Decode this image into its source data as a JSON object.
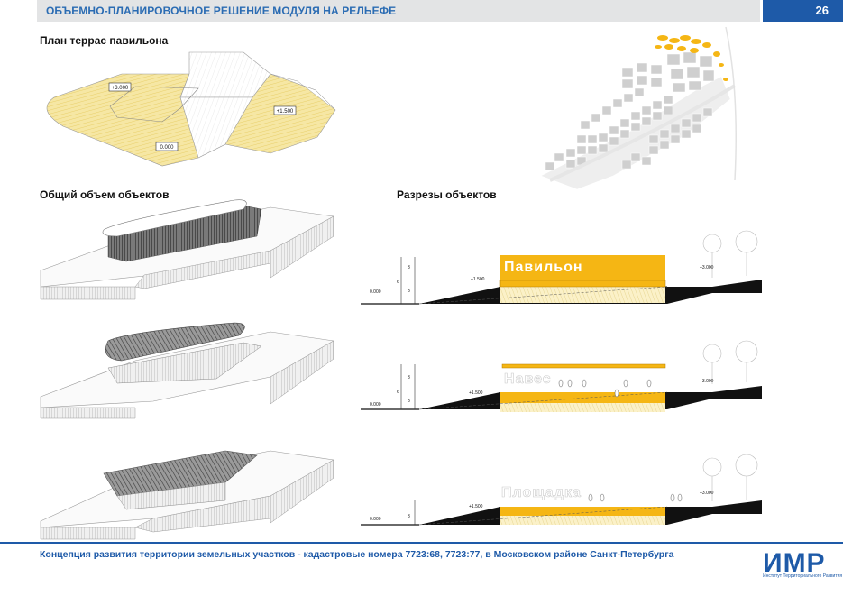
{
  "header": {
    "title": "ОБЪЕМНО-ПЛАНИРОВОЧНОЕ РЕШЕНИЕ МОДУЛЯ НА РЕЛЬЕФЕ",
    "page_number": "26"
  },
  "sections": {
    "terrace_plan": "План террас павильона",
    "general_volume": "Общий объем объектов",
    "sections": "Разрезы объектов"
  },
  "plan_levels": {
    "upper": "+3.000",
    "middle": "+1.500",
    "lower": "0.000"
  },
  "section_types": {
    "pavilion": "Павильон",
    "canopy": "Навес",
    "platform": "Площадка"
  },
  "section_levels": {
    "zero": "0.000",
    "mid": "+1.500",
    "top": "+3.000"
  },
  "dims": {
    "three": "3",
    "six": "6"
  },
  "colors": {
    "accent": "#f5b614",
    "brand_blue": "#1e5aa8",
    "header_bg": "#e3e4e5",
    "plan_yellow": "#f5e39a"
  },
  "footer": {
    "text": "Концепция развития территории земельных участков - кадастровые номера 7723:68, 7723:77, в Московском районе  Санкт-Петербурга"
  },
  "logo": {
    "mark": "ИМР",
    "subtitle": "Институт Территориального Развития"
  }
}
